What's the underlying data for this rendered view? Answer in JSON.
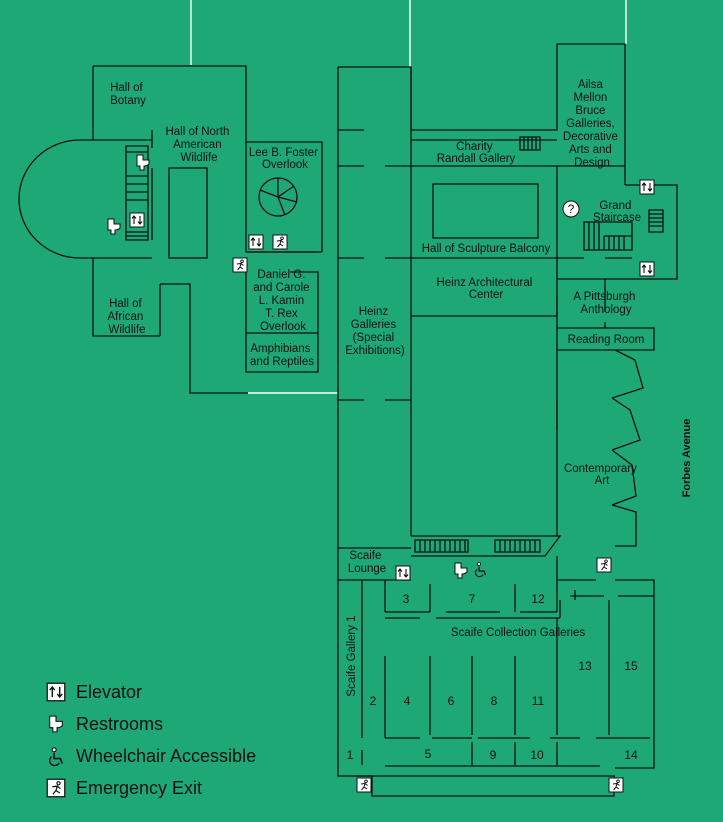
{
  "colors": {
    "background": "#1da876",
    "walls": "#111111",
    "icon_fill": "#ffffff"
  },
  "street": {
    "label": "Forbes Avenue"
  },
  "rooms": {
    "hall_of_botany": [
      "Hall of",
      "Botany"
    ],
    "hall_north_american_wildlife": [
      "Hall of North",
      "American",
      "Wildlife"
    ],
    "lee_foster_overlook": [
      "Lee B. Foster",
      "Overlook"
    ],
    "hall_african_wildlife": [
      "Hall of",
      "African",
      "Wildlife"
    ],
    "kamin_trex_overlook": [
      "Daniel G.",
      "and Carole",
      "L. Kamin",
      "T. Rex",
      "Overlook"
    ],
    "amphibians_reptiles": [
      "Amphibians",
      "and Reptiles"
    ],
    "charity_randall_gallery": [
      "Charity",
      "Randall Gallery"
    ],
    "ailsa_mellon_bruce": [
      "Ailsa",
      "Mellon",
      "Bruce",
      "Galleries,",
      "Decorative",
      "Arts and",
      "Design"
    ],
    "grand_staircase": [
      "Grand",
      "Staircase"
    ],
    "hall_sculpture_balcony": "Hall of Sculpture Balcony",
    "heinz_architectural_center": [
      "Heinz Architectural",
      "Center"
    ],
    "heinz_galleries": [
      "Heinz",
      "Galleries",
      "(Special",
      "Exhibitions)"
    ],
    "pittsburgh_anthology": [
      "A Pittsburgh",
      "Anthology"
    ],
    "reading_room": "Reading Room",
    "contemporary_art": [
      "Contemporary",
      "Art"
    ],
    "scaife_lounge": [
      "Scaife",
      "Lounge"
    ],
    "scaife_collection_galleries": "Scaife Collection Galleries",
    "scaife_gallery_1": "Scaife Gallery 1",
    "gallery_numbers": [
      "1",
      "2",
      "3",
      "4",
      "5",
      "6",
      "7",
      "8",
      "9",
      "10",
      "11",
      "12",
      "13",
      "14",
      "15"
    ]
  },
  "info_marker": "?",
  "legend": [
    {
      "icon": "elevator-icon",
      "label": "Elevator"
    },
    {
      "icon": "restroom-icon",
      "label": "Restrooms"
    },
    {
      "icon": "wheelchair-icon",
      "label": "Wheelchair Accessible"
    },
    {
      "icon": "emergency-exit-icon",
      "label": "Emergency Exit"
    }
  ]
}
